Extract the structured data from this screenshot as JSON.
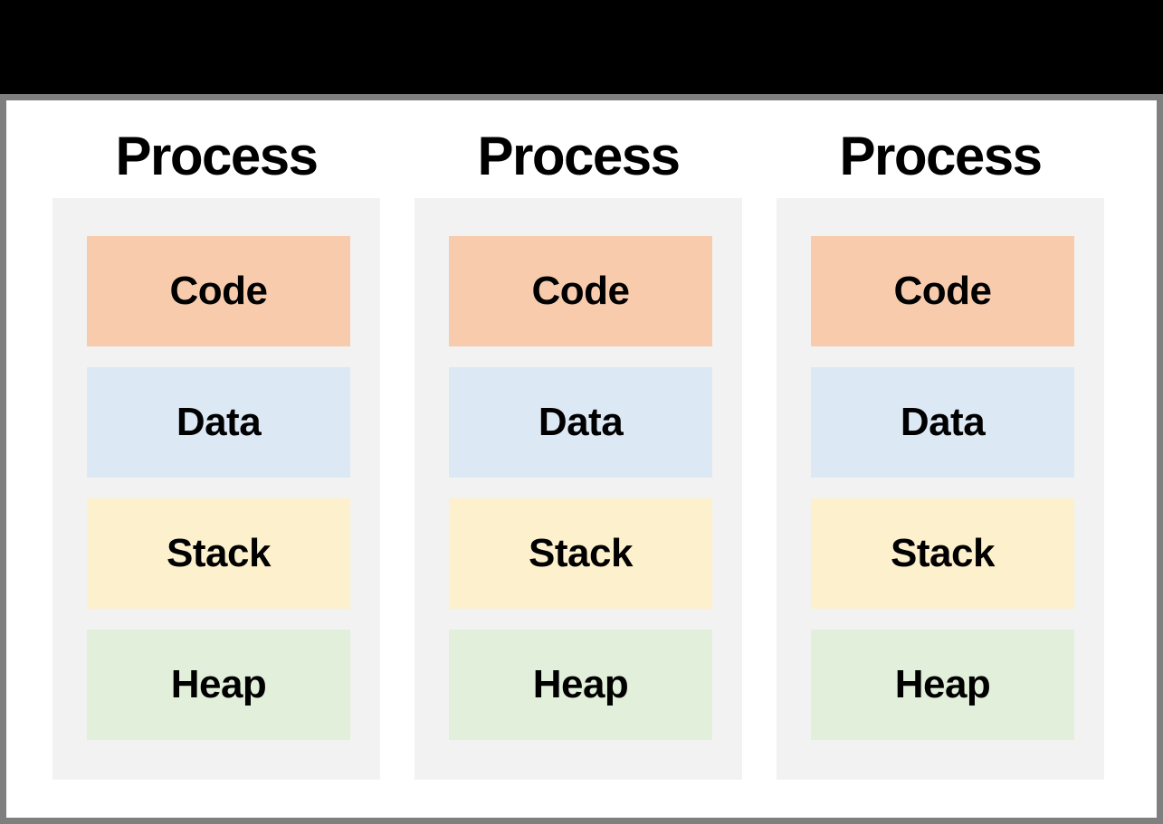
{
  "theme": {
    "top_bar_color": "#000000",
    "frame_border_color": "#7f7f7f",
    "panel_background": "#ffffff",
    "column_background": "#f2f2f2",
    "text_color": "#000000"
  },
  "diagram": {
    "processes": [
      {
        "title": "Process",
        "segments": [
          {
            "label": "Code",
            "color": "#f8cbad"
          },
          {
            "label": "Data",
            "color": "#dde8f5"
          },
          {
            "label": "Stack",
            "color": "#fdf0cc"
          },
          {
            "label": "Heap",
            "color": "#e2efda"
          }
        ]
      },
      {
        "title": "Process",
        "segments": [
          {
            "label": "Code",
            "color": "#f8cbad"
          },
          {
            "label": "Data",
            "color": "#dde8f5"
          },
          {
            "label": "Stack",
            "color": "#fdf0cc"
          },
          {
            "label": "Heap",
            "color": "#e2efda"
          }
        ]
      },
      {
        "title": "Process",
        "segments": [
          {
            "label": "Code",
            "color": "#f8cbad"
          },
          {
            "label": "Data",
            "color": "#dde8f5"
          },
          {
            "label": "Stack",
            "color": "#fdf0cc"
          },
          {
            "label": "Heap",
            "color": "#e2efda"
          }
        ]
      }
    ]
  }
}
